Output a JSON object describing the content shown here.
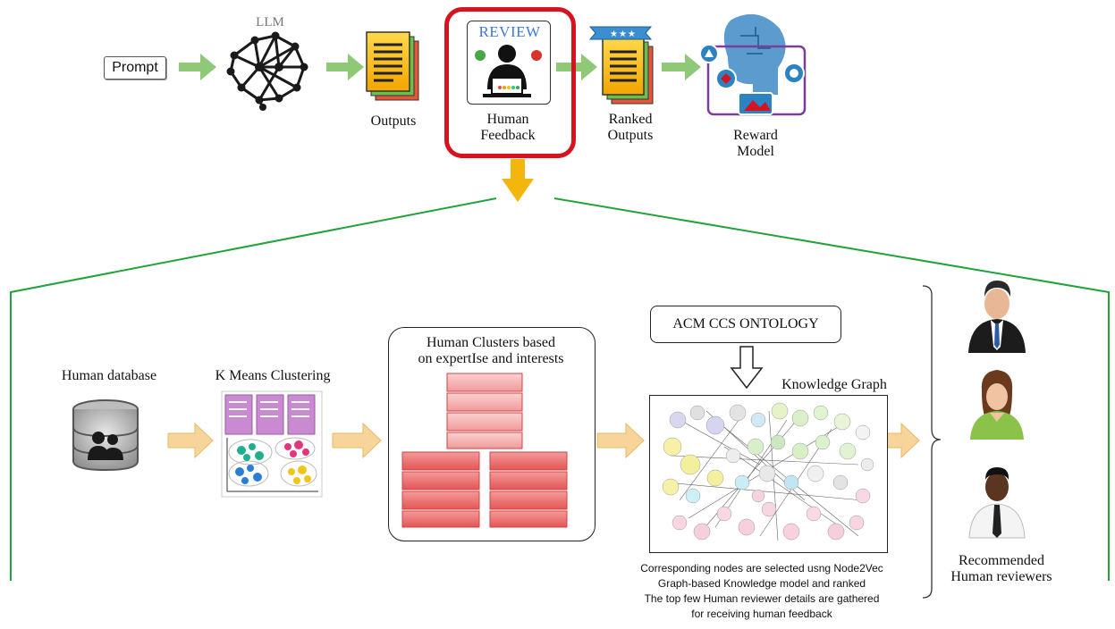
{
  "top_row": {
    "prompt": "Prompt",
    "llm": "LLM",
    "outputs": "Outputs",
    "review": "REVIEW",
    "human_feedback_1": "Human",
    "human_feedback_2": "Feedback",
    "ranked_1": "Ranked",
    "ranked_2": "Outputs",
    "reward_1": "Reward",
    "reward_2": "Model"
  },
  "pipeline": {
    "human_database": "Human database",
    "kmeans": "K Means Clustering",
    "clusters_title_1": "Human Clusters based",
    "clusters_title_2": "on expertIse and interests",
    "acm": "ACM CCS ONTOLOGY",
    "knowledge_graph": "Knowledge Graph",
    "recommended_1": "Recommended",
    "recommended_2": "Human reviewers"
  },
  "caption": {
    "line1": "Corresponding nodes are selected usng Node2Vec",
    "line2": "Graph-based Knowledge model and ranked",
    "line3": "The top few Human reviewer details are gathered",
    "line4": "for receiving human feedback"
  },
  "colors": {
    "arrow_green": "#8fc977",
    "arrow_yellow": "#f7d49a",
    "gold_arrow": "#f3b60c",
    "zoom_line": "#22a33a",
    "highlight_red": "#d6141f",
    "cluster_pink": "#f4a0a0",
    "cluster_red": "#e85f5f",
    "review_blue": "#3f78d8"
  },
  "icons": [
    "neural-network-icon",
    "documents-stack-icon",
    "reviewer-icon",
    "ranked-documents-icon",
    "brain-ai-icon",
    "database-icon",
    "cluster-chart-icon",
    "knowledge-graph-icon",
    "person-icon"
  ]
}
